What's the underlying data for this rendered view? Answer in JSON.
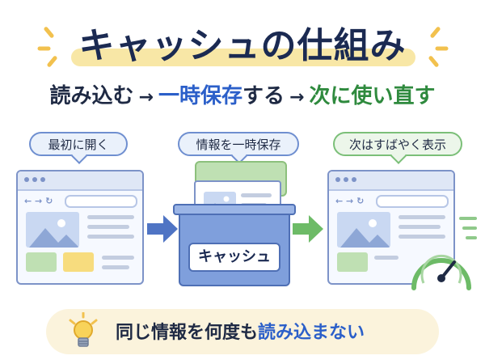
{
  "title": "キャッシュの仕組み",
  "subtitle": {
    "part1": "読み込む",
    "arrow": "→",
    "part2": "一時保存",
    "part3": "する",
    "part4": "次に使い直す"
  },
  "steps": [
    {
      "bubble": "最初に開く"
    },
    {
      "bubble": "情報を一時保存",
      "box_label": "キャッシュ"
    },
    {
      "bubble": "次はすばやく表示"
    }
  ],
  "tip": {
    "text_before": "同じ情報を何度も",
    "text_highlight": "読み込まない"
  },
  "colors": {
    "navy": "#1b2a52",
    "blue": "#2b5fc9",
    "green": "#2f8a3e",
    "highlight": "#f8e7a6"
  },
  "icons": [
    "lightbulb-icon",
    "speedometer-icon",
    "image-icon",
    "arrow-right-icon"
  ]
}
